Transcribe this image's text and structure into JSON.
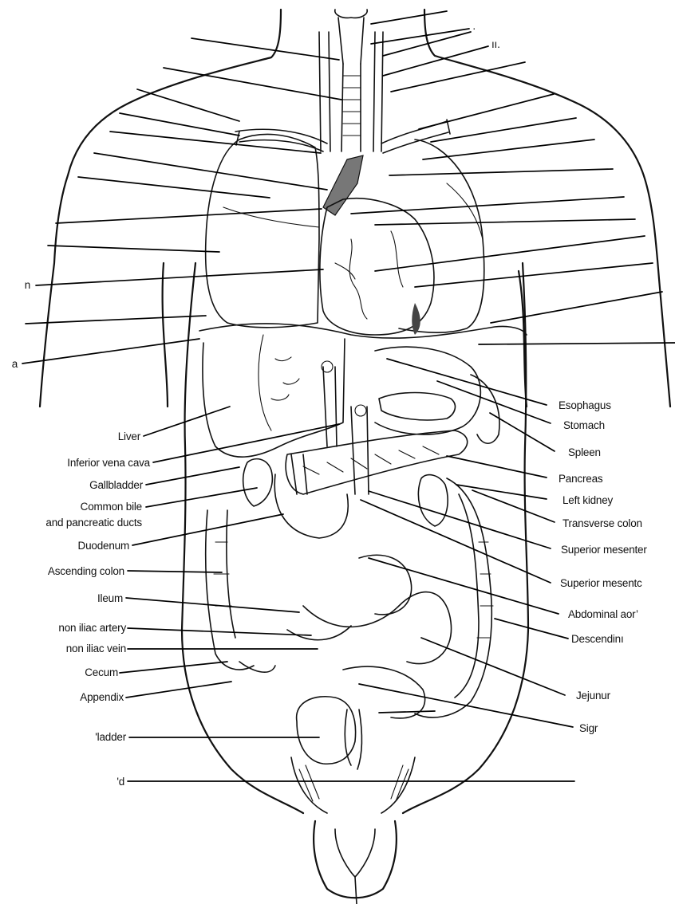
{
  "right_labels": {
    "esophagus": "Esophagus",
    "stomach": "Stomach",
    "spleen": "Spleen",
    "pancreas": "Pancreas",
    "left_kidney": "Left kidney",
    "transverse_colon": "Transverse colon",
    "superior_mesenteric_1": "Superior mesenter",
    "superior_mesenteric_2": "Superior mesentc",
    "abdominal_aorta": "Abdominal aor’",
    "descending": "Descendinı",
    "jejunum": "Jejunur",
    "sigmoid": "Sigr"
  },
  "left_labels": {
    "lung_fragment": "n",
    "diaphragm_fragment": "a",
    "liver": "Liver",
    "inferior_vena_cava": "Inferior vena cava",
    "gallbladder": "Gallbladder",
    "common_bile_line1": "Common bile",
    "common_bile_line2": "and pancreatic ducts",
    "duodenum": "Duodenum",
    "ascending_colon": "Ascending colon",
    "ileum": "Ileum",
    "common_iliac_artery": "non iliac artery",
    "common_iliac_vein": "non iliac vein",
    "cecum": "Cecum",
    "appendix": "Appendix",
    "bladder": "'ladder",
    "cord_fragment": "'d"
  },
  "top_fragments": {
    "fragment_1": "·",
    "fragment_2": "ıı."
  }
}
